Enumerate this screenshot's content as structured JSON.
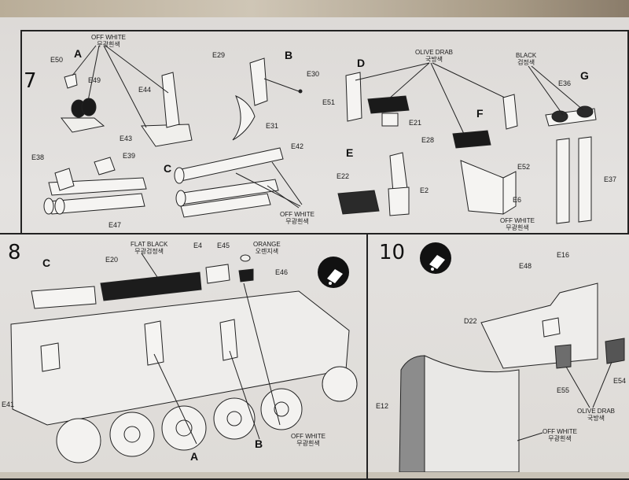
{
  "steps": {
    "s7": "7",
    "s8": "8",
    "s10": "10"
  },
  "step7": {
    "subs": {
      "A": "A",
      "B": "B",
      "C": "C",
      "D": "D",
      "E": "E",
      "F": "F",
      "G": "G"
    },
    "paint": {
      "a_en": "OFF WHITE",
      "a_kr": "무광흰색",
      "d_en": "OLIVE DRAB",
      "d_kr": "국방색",
      "g_en": "BLACK",
      "g_kr": "검정색",
      "f_en": "OFF WHITE",
      "f_kr": "무광흰색",
      "c_en": "OFF WHITE",
      "c_kr": "무광흰색"
    },
    "parts": {
      "e50": "E50",
      "e49": "E49",
      "e44": "E44",
      "e43": "E43",
      "e29": "E29",
      "e30": "E30",
      "e31": "E31",
      "e51": "E51",
      "e21": "E21",
      "e28": "E28",
      "e52": "E52",
      "e36": "E36",
      "e37": "E37",
      "e38": "E38",
      "e39": "E39",
      "e42": "E42",
      "e47": "E47",
      "e22": "E22",
      "e2": "E2",
      "e6": "E6"
    }
  },
  "step8": {
    "subs": {
      "c": "C",
      "a": "A",
      "b": "B"
    },
    "paint": {
      "fb_en": "FLAT BLACK",
      "fb_kr": "무광검정색",
      "or_en": "ORANGE",
      "or_kr": "오렌지색",
      "ow_en": "OFF WHITE",
      "ow_kr": "무광흰색"
    },
    "parts": {
      "e20": "E20",
      "e4": "E4",
      "e45": "E45",
      "e46": "E46",
      "e41": "E41"
    }
  },
  "step10": {
    "paint": {
      "od_en": "OLIVE DRAB",
      "od_kr": "국방색",
      "ow_en": "OFF WHITE",
      "ow_kr": "무광흰색"
    },
    "parts": {
      "e48": "E48",
      "e16": "E16",
      "d22": "D22",
      "e55": "E55",
      "e54": "E54",
      "e12": "E12"
    }
  }
}
